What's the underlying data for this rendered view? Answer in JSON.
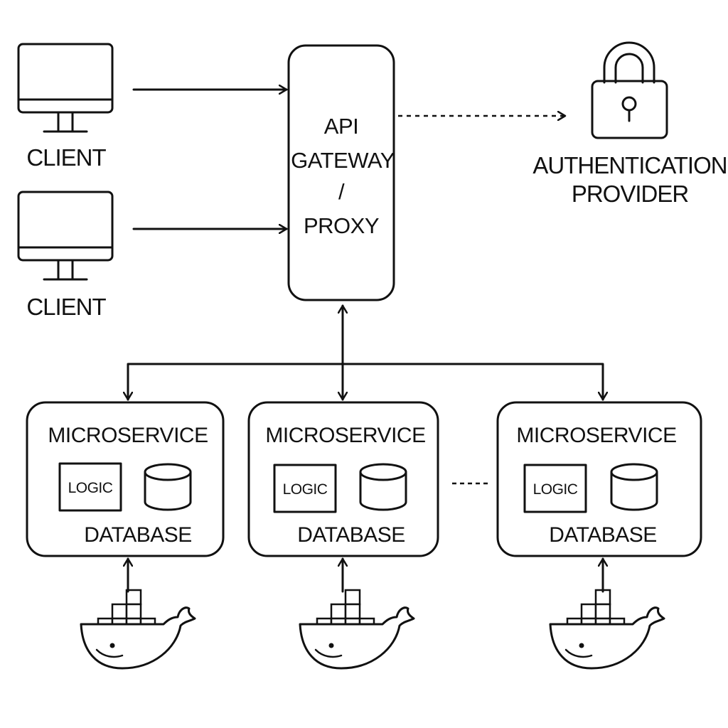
{
  "clients": [
    {
      "label": "CLIENT",
      "icon": "monitor-icon"
    },
    {
      "label": "CLIENT",
      "icon": "monitor-icon"
    }
  ],
  "gateway": {
    "lines": [
      "API",
      "GATEWAY",
      "/",
      "PROXY"
    ]
  },
  "auth": {
    "lines": [
      "AUTHENTICATION",
      "PROVIDER"
    ],
    "icon": "padlock-icon"
  },
  "services": [
    {
      "title": "MICROSERVICE",
      "logic": "LOGIC",
      "database": "DATABASE",
      "container_icon": "docker-whale-icon"
    },
    {
      "title": "MICROSERVICE",
      "logic": "LOGIC",
      "database": "DATABASE",
      "container_icon": "docker-whale-icon"
    },
    {
      "title": "MICROSERVICE",
      "logic": "LOGIC",
      "database": "DATABASE",
      "container_icon": "docker-whale-icon"
    }
  ],
  "colors": {
    "stroke": "#111111",
    "background": "#ffffff"
  }
}
